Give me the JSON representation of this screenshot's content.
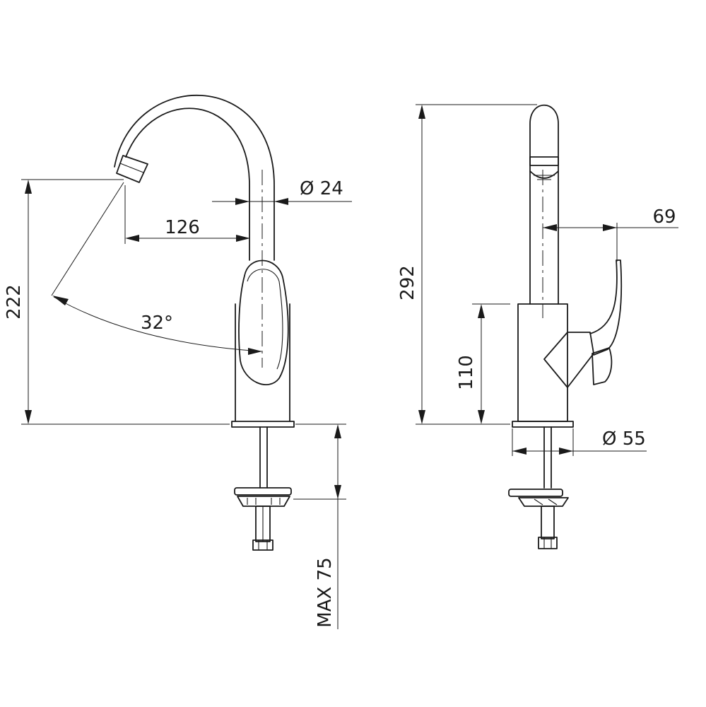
{
  "drawing": {
    "left_view": {
      "height_label": "222",
      "reach_label": "126",
      "diameter_label": "Ø 24",
      "angle_label": "32°",
      "max_label": "MAX 75"
    },
    "right_view": {
      "height_label": "292",
      "handle_reach_label": "69",
      "body_height_label": "110",
      "base_diameter_label": "Ø 55"
    },
    "colors": {
      "line": "#1a1a1a",
      "background": "#ffffff"
    }
  }
}
